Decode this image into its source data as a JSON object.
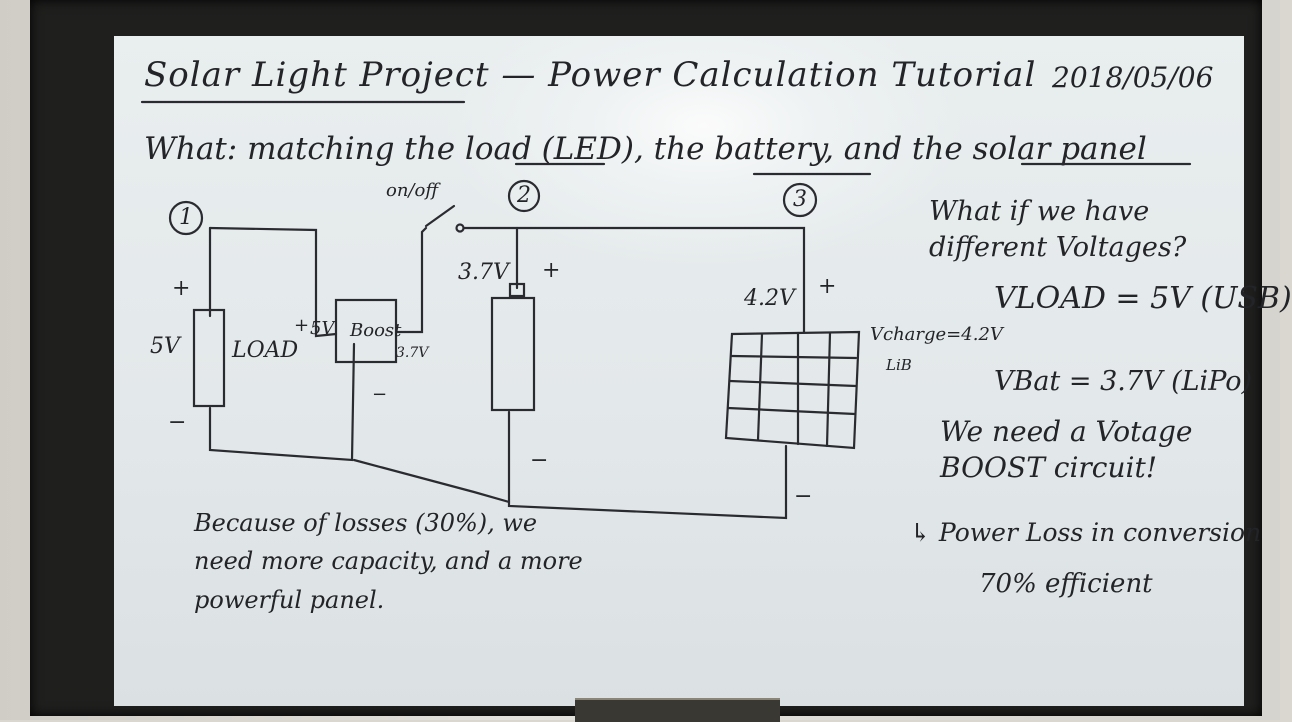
{
  "whiteboard": {
    "title": "Solar Light Project — Power Calculation Tutorial",
    "date": "2018/05/06",
    "what_line": "What: matching the load (LED), the battery, and the solar panel",
    "circuit": {
      "marker_1": "1",
      "marker_2": "2",
      "marker_3": "3",
      "switch_label": "on/off",
      "load_voltage": "5V",
      "load_label": "LOAD",
      "boost_label": "Boost",
      "boost_out": "5V",
      "boost_in": "3.7V",
      "battery_voltage": "3.7V",
      "panel_voltage": "4.2V",
      "charge_label": "Vcharge=4.2V",
      "charge_sub": "LiB",
      "plus": "+",
      "minus": "−"
    },
    "question": "What if we have different Voltages?",
    "v_load": "VLOAD = 5V (USB)",
    "v_bat": "VBat = 3.7V (LiPo)",
    "need_boost": "We need a Votage BOOST circuit!",
    "power_loss": "↳ Power Loss in conversion",
    "efficiency": "70% efficient",
    "because": "Because of losses (30%), we need more capacity, and a more powerful panel."
  }
}
